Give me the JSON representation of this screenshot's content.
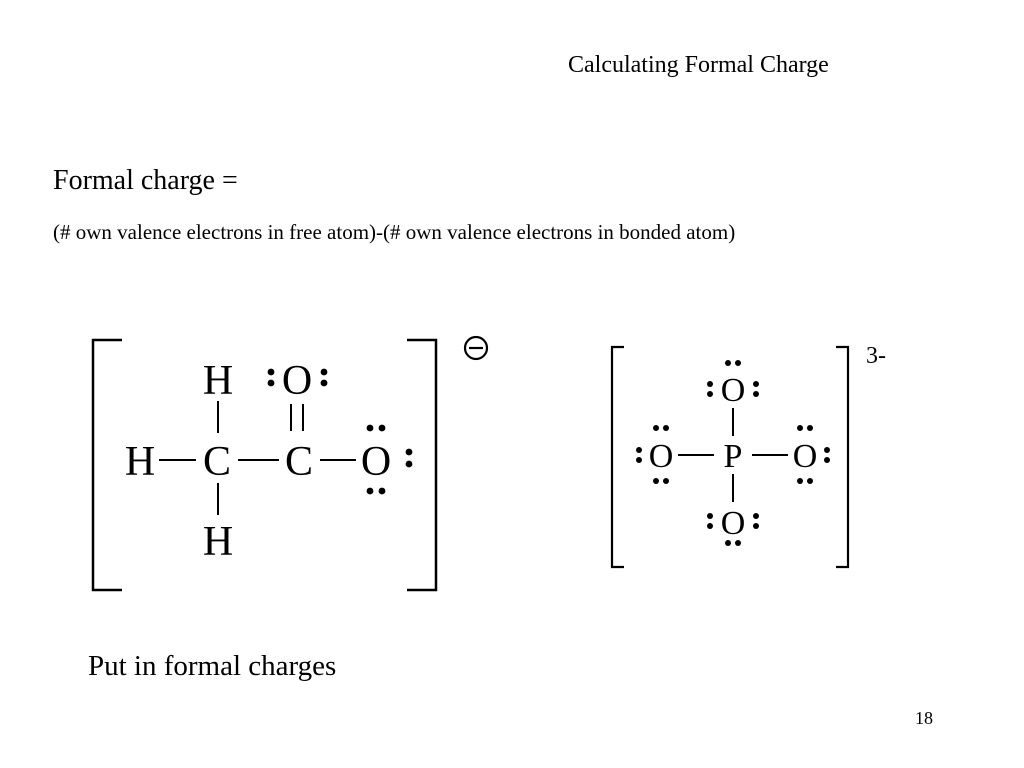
{
  "slide": {
    "title": "Calculating Formal Charge",
    "formal_charge_label": "Formal charge =",
    "formal_charge_definition": "(# own valence electrons in free atom)-(# own valence electrons in bonded atom)",
    "instruction": "Put in formal charges",
    "page_number": "18"
  },
  "acetate": {
    "atoms": {
      "h_top": "H",
      "o_top": "O",
      "h_left": "H",
      "c1": "C",
      "c2": "C",
      "o_right": "O",
      "h_bottom": "H"
    },
    "charge_symbol": "minus-in-circle"
  },
  "phosphate": {
    "atoms": {
      "o_top": "O",
      "o_left": "O",
      "p": "P",
      "o_right": "O",
      "o_bottom": "O"
    },
    "charge": "3-"
  }
}
